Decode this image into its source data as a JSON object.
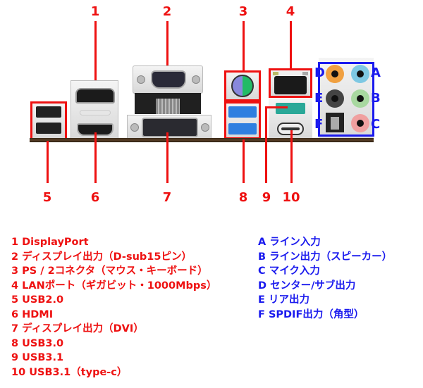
{
  "callout_numbers": {
    "top": [
      "1",
      "2",
      "3",
      "4"
    ],
    "bottom": [
      "5",
      "6",
      "7",
      "8",
      "9",
      "10"
    ]
  },
  "audio_letters": [
    "A",
    "B",
    "C",
    "D",
    "E",
    "F"
  ],
  "colors": {
    "port_label_red": "#ee1111",
    "audio_label_blue": "#1a1aee",
    "audio_line_in": "#7ec8e3",
    "audio_line_out": "#a8d8a0",
    "audio_mic_in": "#f0a0a0",
    "audio_center_sub": "#f0a040",
    "audio_rear": "#333333",
    "ps2_keyboard": "#8888dd",
    "ps2_mouse": "#22bb66",
    "usb3_blue": "#2f7fe0",
    "usb31_teal": "#2aa898"
  },
  "ports_legend": [
    "1 DisplayPort",
    "2 ディスプレイ出力（D-sub15ピン）",
    "3 PS / 2コネクタ（マウス・キーボード）",
    "4 LANポート（ギガビット・1000Mbps）",
    "5 USB2.0",
    "6 HDMI",
    "7 ディスプレイ出力（DVI）",
    "8 USB3.0",
    "9 USB3.1",
    "10 USB3.1（type-c）"
  ],
  "audio_legend": [
    "A ライン入力",
    "B ライン出力（スピーカー）",
    "C マイク入力",
    "D センター/サブ出力",
    "E リア出力",
    "F SPDIF出力（角型）"
  ]
}
